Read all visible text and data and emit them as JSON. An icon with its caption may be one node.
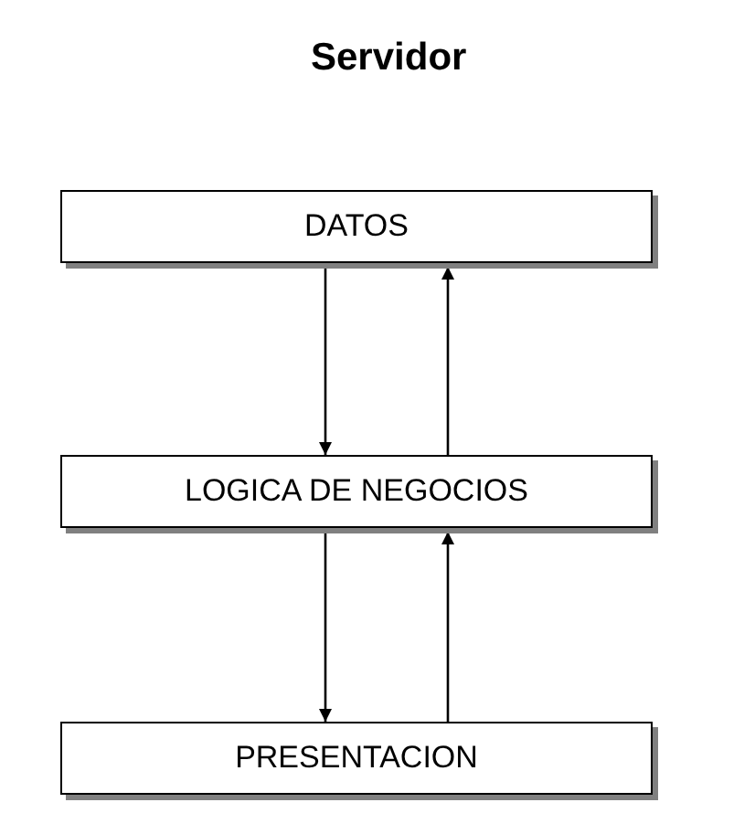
{
  "diagram": {
    "title": "Servidor",
    "nodes": [
      {
        "text": [
          "DATOS"
        ]
      },
      {
        "text": [
          "LOGICA DE NEGOCIOS"
        ]
      },
      {
        "text": [
          "PRESENTACION"
        ]
      }
    ],
    "edges": [
      {
        "from": 0,
        "to": 1,
        "arrow": "to"
      },
      {
        "from": 1,
        "to": 0,
        "arrow": "to"
      },
      {
        "from": 1,
        "to": 2,
        "arrow": "to"
      },
      {
        "from": 2,
        "to": 1,
        "arrow": "to"
      }
    ]
  }
}
